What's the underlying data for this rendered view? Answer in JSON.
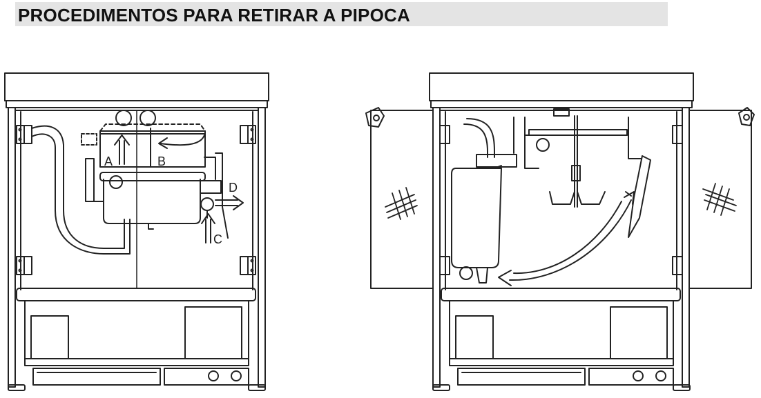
{
  "title": "PROCEDIMENTOS PARA RETIRAR A PIPOCA",
  "left_figure": {
    "labels": {
      "a": "A",
      "b": "B",
      "c": "C",
      "d": "D"
    }
  },
  "colors": {
    "line": "#222222",
    "title_bg": "#e4e4e4",
    "background": "#ffffff"
  },
  "icons": {
    "control_knobs": "circle",
    "hatch_marks": "hash"
  }
}
